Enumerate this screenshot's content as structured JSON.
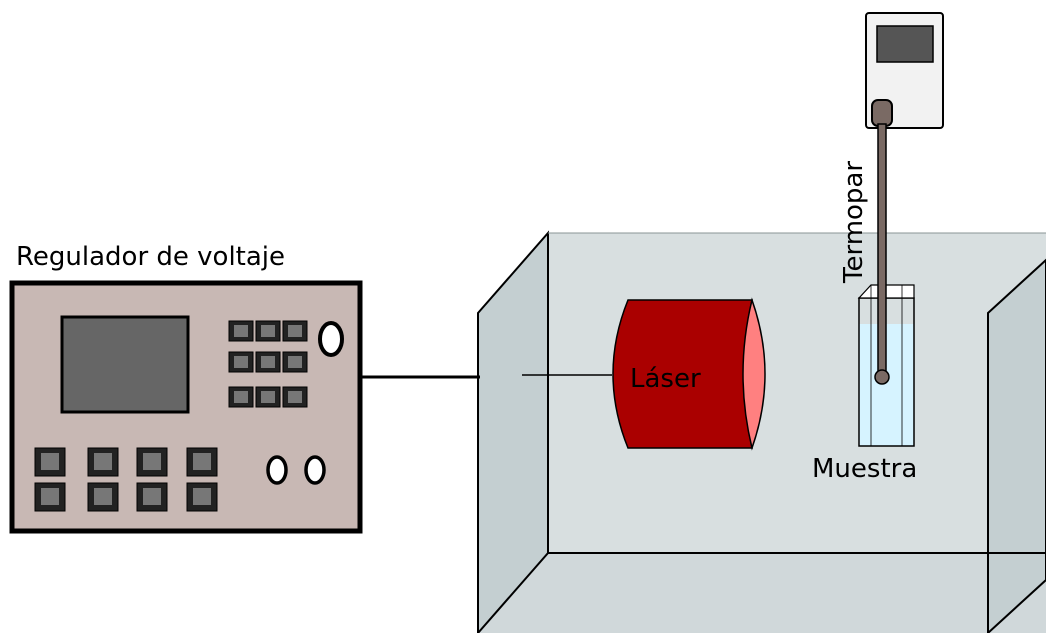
{
  "labels": {
    "regulator": "Regulador de voltaje",
    "laser": "Láser",
    "thermocouple": "Termopar",
    "sample": "Muestra"
  },
  "colors": {
    "box_panel": "#d8dfe0",
    "box_side": "#c2cdcf",
    "regulator_body": "#c8b8b4",
    "regulator_screen": "#666666",
    "laser_body": "#aa0000",
    "laser_lens": "#ff8080",
    "thermometer_body": "#f2f2f2",
    "thermometer_screen": "#555555",
    "probe": "#7a6a64",
    "cuvette_liquid": "#d6f3ff",
    "outline": "#000000"
  }
}
